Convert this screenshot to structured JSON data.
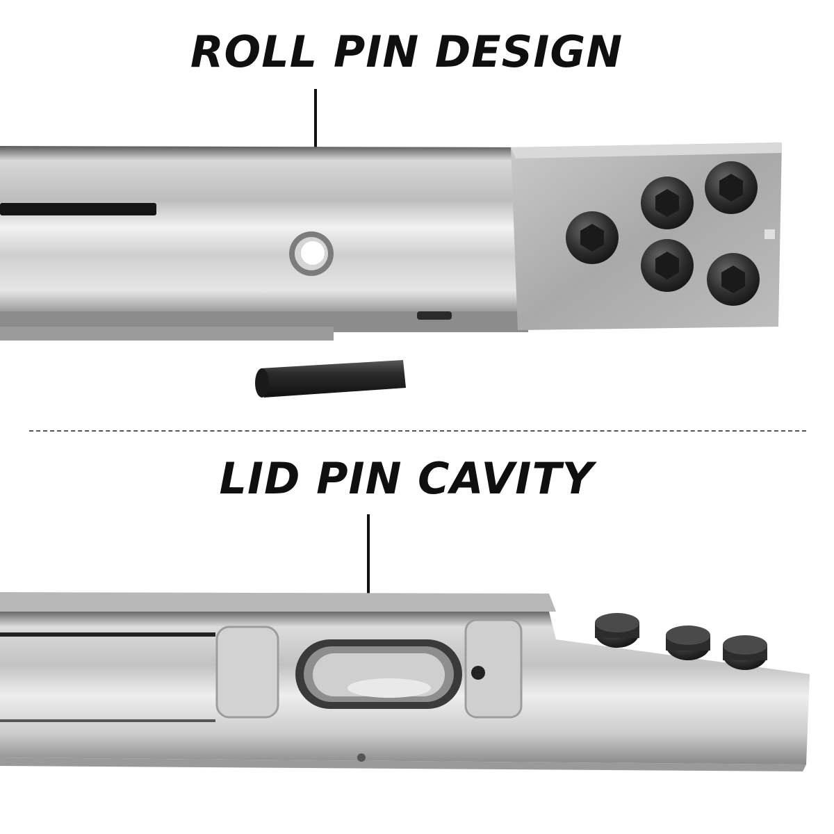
{
  "callouts": {
    "top_label": "ROLL PIN DESIGN",
    "bottom_label": "LID PIN CAVITY"
  },
  "colors": {
    "background": "#ffffff",
    "text": "#0f0f0f",
    "aluminum_light": "#e8e8e8",
    "aluminum_mid": "#b5b5b5",
    "aluminum_dark": "#6e6e6e",
    "screw_black": "#2a2a2a"
  },
  "icons": [
    "socket-head-screw",
    "roll-pin",
    "o-ring-seal"
  ]
}
